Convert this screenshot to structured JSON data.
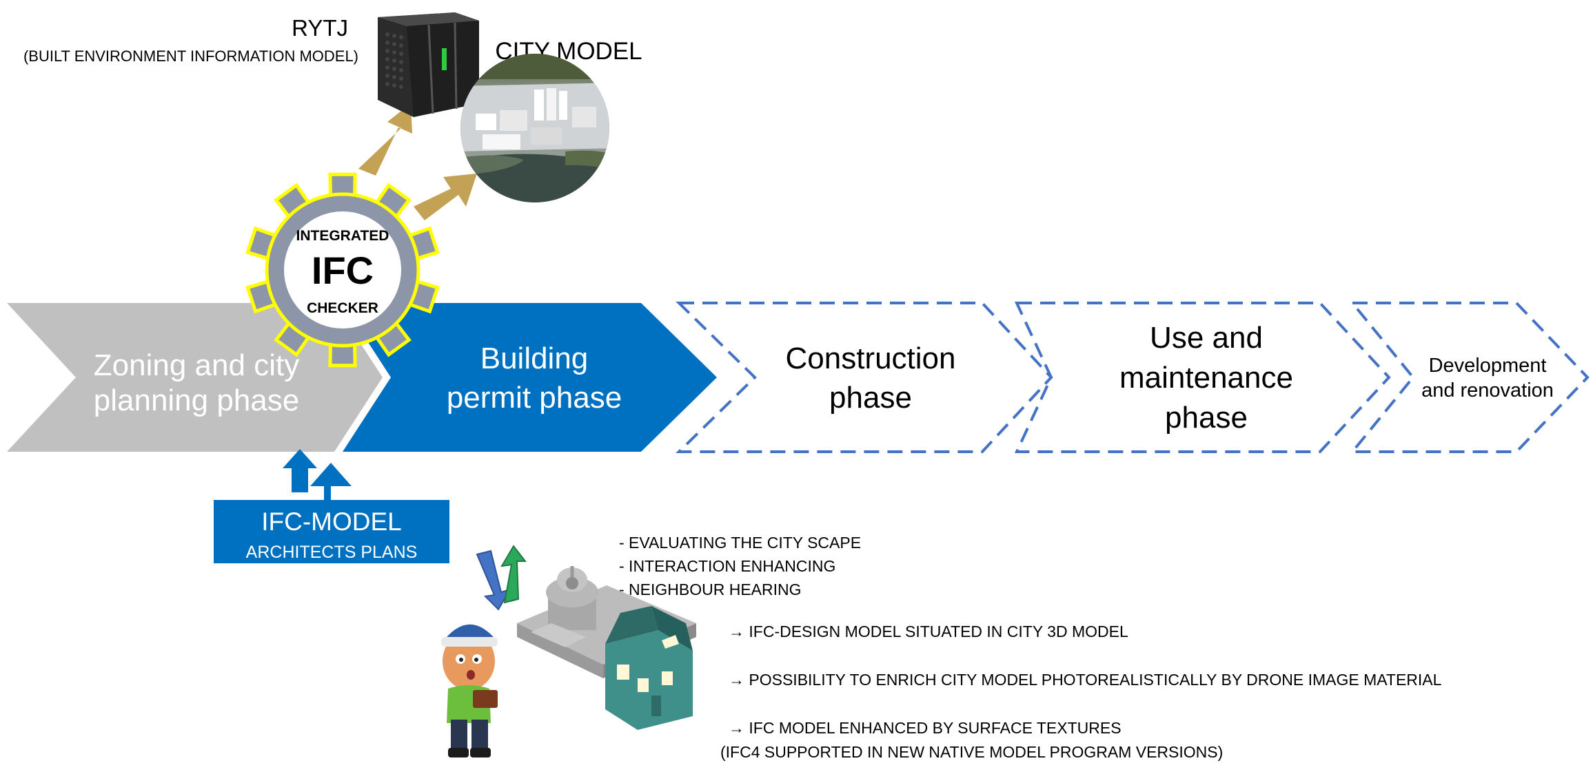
{
  "colors": {
    "gray_phase": "#c0c0c0",
    "blue_phase": "#0070c0",
    "dashed_outline": "#4472c4",
    "gear_fill": "#8c96a8",
    "gear_outline": "#ffff00",
    "arrow_gold": "#c4a255",
    "arrow_blue_up": "#0070c0",
    "arrow_down_blue": "#4472c4",
    "arrow_up_green": "#2ca85a",
    "text_dark": "#000000",
    "text_light": "#ffffff"
  },
  "phases": [
    {
      "line1": "Zoning and city",
      "line2": "planning phase",
      "line3": ""
    },
    {
      "line1": "Building",
      "line2": "permit phase",
      "line3": ""
    },
    {
      "line1": "Construction",
      "line2": "phase",
      "line3": ""
    },
    {
      "line1": "Use and",
      "line2": "maintenance",
      "line3": "phase"
    },
    {
      "line1": "Development",
      "line2": "and renovation",
      "line3": ""
    }
  ],
  "gear": {
    "top": "INTEGRATED",
    "middle": "IFC",
    "bottom": "CHECKER"
  },
  "rytj": {
    "title": "RYTJ",
    "subtitle": "(BUILT ENVIRONMENT INFORMATION MODEL)",
    "icon": "server-tower-icon"
  },
  "city_model": {
    "title": "CITY MODEL",
    "icon": "city-aerial-photo"
  },
  "ifc_model": {
    "title": "IFC-MODEL",
    "subtitle": "ARCHITECTS PLANS"
  },
  "bullets": [
    "- EVALUATING THE CITY SCAPE",
    "- INTERACTION ENHANCING",
    "- NEIGHBOUR HEARING"
  ],
  "notes": [
    "→ IFC-DESIGN MODEL SITUATED IN CITY 3D MODEL",
    "→ POSSIBILITY TO ENRICH CITY MODEL PHOTOREALISTICALLY BY DRONE IMAGE MATERIAL",
    "→ IFC MODEL ENHANCED BY SURFACE TEXTURES",
    "(IFC4 SUPPORTED IN NEW NATIVE MODEL PROGRAM VERSIONS)"
  ],
  "illustration": {
    "icon": "person-reading-with-3d-model-icon"
  }
}
